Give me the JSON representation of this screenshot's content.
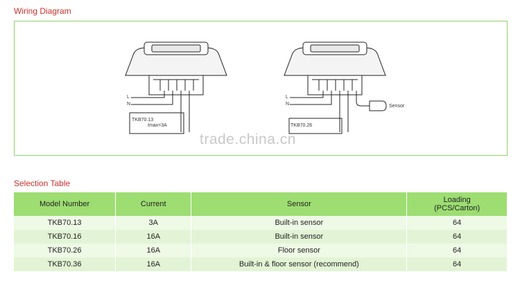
{
  "wiring": {
    "title": "Wiring Diagram",
    "left": {
      "l_label": "L",
      "n_label": "N",
      "model": "TKB70.13",
      "imax": "Imax=3A"
    },
    "right": {
      "l_label": "L",
      "n_label": "N",
      "model": "TKB70.26",
      "sensor_label": "Sensor"
    }
  },
  "watermark": "trade.china.cn",
  "selection": {
    "title": "Selection Table",
    "headers": {
      "model": "Model Number",
      "current": "Current",
      "sensor": "Sensor",
      "loading_line1": "Loading",
      "loading_line2": "(PCS/Carton)"
    },
    "rows": [
      {
        "model": "TKB70.13",
        "current": "3A",
        "sensor": "Built-in sensor",
        "loading": "64"
      },
      {
        "model": "TKB70.16",
        "current": "16A",
        "sensor": "Built-in sensor",
        "loading": "64"
      },
      {
        "model": "TKB70.26",
        "current": "16A",
        "sensor": "Floor sensor",
        "loading": "64"
      },
      {
        "model": "TKB70.36",
        "current": "16A",
        "sensor": "Built-in & floor sensor (recommend)",
        "loading": "64"
      }
    ]
  }
}
